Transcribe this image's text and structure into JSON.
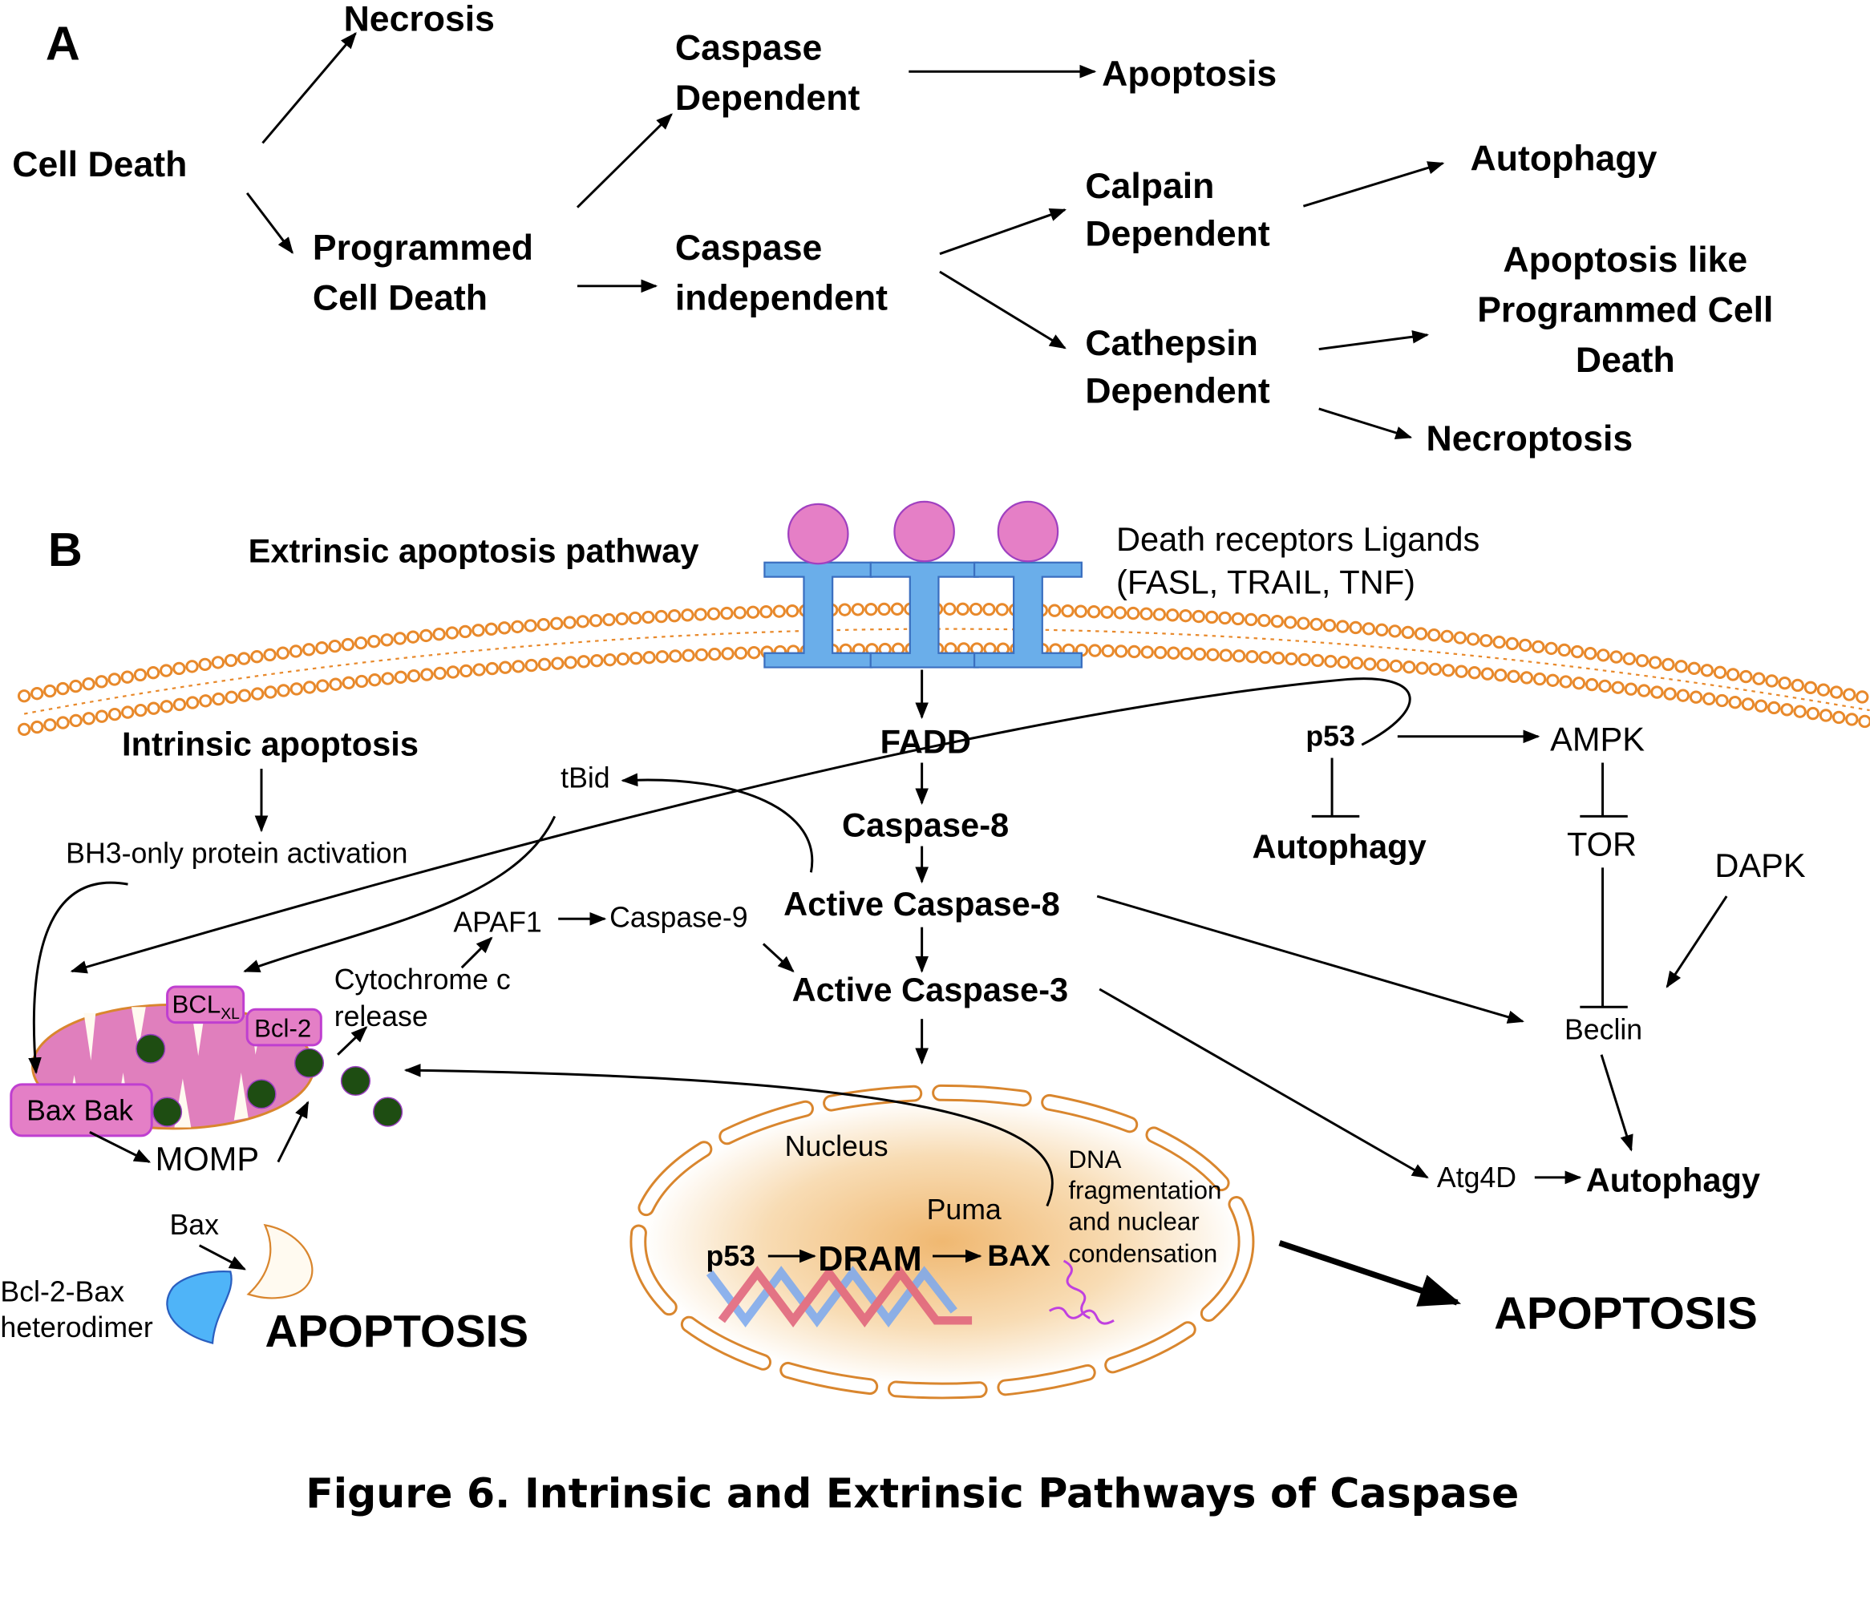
{
  "panel_a": {
    "label": "A",
    "necrosis": "Necrosis",
    "cell_death": "Cell Death",
    "programmed": [
      "Programmed",
      "Cell Death"
    ],
    "caspase_dependent": [
      "Caspase",
      "Dependent"
    ],
    "apoptosis": "Apoptosis",
    "caspase_independent": [
      "Caspase",
      "independent"
    ],
    "calpain_dependent": [
      "Calpain",
      "Dependent"
    ],
    "autophagy": "Autophagy",
    "apoptosis_like": [
      "Apoptosis like",
      "Programmed Cell",
      "Death"
    ],
    "cathepsin_dependent": [
      "Cathepsin",
      "Dependent"
    ],
    "necroptosis": "Necroptosis"
  },
  "panel_b": {
    "label": "B",
    "extrinsic": "Extrinsic apoptosis pathway",
    "ligands": [
      "Death receptors Ligands",
      "(FASL, TRAIL, TNF)"
    ],
    "intrinsic": "Intrinsic apoptosis",
    "bh3": "BH3-only protein activation",
    "tbid": "tBid",
    "fadd": "FADD",
    "caspase8": "Caspase-8",
    "active_caspase8": "Active Caspase-8",
    "active_caspase3": "Active Caspase-3",
    "apaf1": "APAF1",
    "caspase9": "Caspase-9",
    "cytochrome": [
      "Cytochrome c",
      "release"
    ],
    "bclxl": {
      "main": "BCL",
      "sub": "XL"
    },
    "bcl2": "Bcl-2",
    "baxbak": "Bax Bak",
    "momp": "MOMP",
    "bax": "Bax",
    "heterodimer": [
      "Bcl-2-Bax",
      "heterodimer"
    ],
    "apoptosis_left": "APOPTOSIS",
    "nucleus": "Nucleus",
    "puma": "Puma",
    "p53_nuc": "p53",
    "dram": "DRAM",
    "bax_nuc": "BAX",
    "dna_frag": [
      "DNA",
      "fragmentation",
      "and nuclear",
      "condensation"
    ],
    "apoptosis_right": "APOPTOSIS",
    "p53": "p53",
    "ampk": "AMPK",
    "autophagy_top": "Autophagy",
    "tor": "TOR",
    "dapk": "DAPK",
    "beclin": "Beclin",
    "atg4d": "Atg4D",
    "autophagy_bottom": "Autophagy"
  },
  "caption": "Figure 6. Intrinsic and Extrinsic Pathways of Caspase",
  "colors": {
    "membrane": "#e8892b",
    "receptor": "#6aaeea",
    "ligand": "#e57fc6",
    "mitochondrion": "#e07fbd",
    "cytochrome_c": "#1e4d12",
    "nucleus_fill": "#f3c27e"
  }
}
